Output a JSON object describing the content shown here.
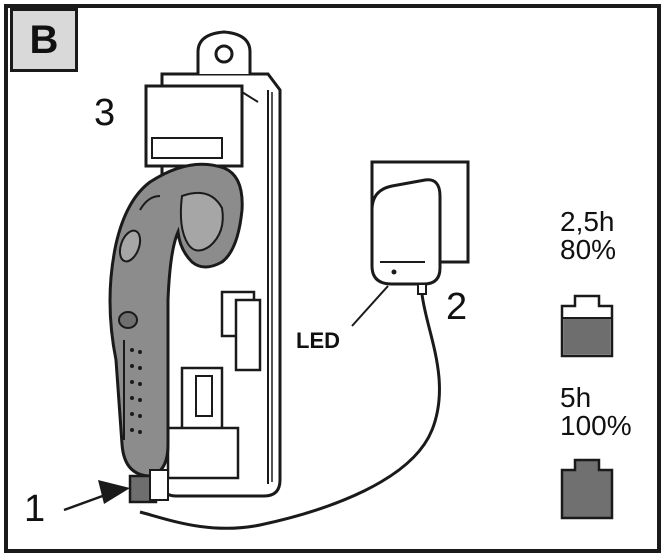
{
  "panel_label": "B",
  "callouts": {
    "c1": "1",
    "c2": "2",
    "c3": "3",
    "led": "LED"
  },
  "charge_states": [
    {
      "time": "2,5h",
      "percent": "80%"
    },
    {
      "time": "5h",
      "percent": "100%"
    }
  ],
  "colors": {
    "line": "#1a1a1a",
    "device_body": "#8c8c8c",
    "device_dark": "#6e6e6e",
    "battery_full": "#707070",
    "battery_partial": "#6e6e6e",
    "badge": "#d9d9d9"
  },
  "icons": [
    "charging-stand-illustration",
    "power-adapter-illustration",
    "battery-partial-icon",
    "battery-full-icon",
    "arrow-icon"
  ]
}
